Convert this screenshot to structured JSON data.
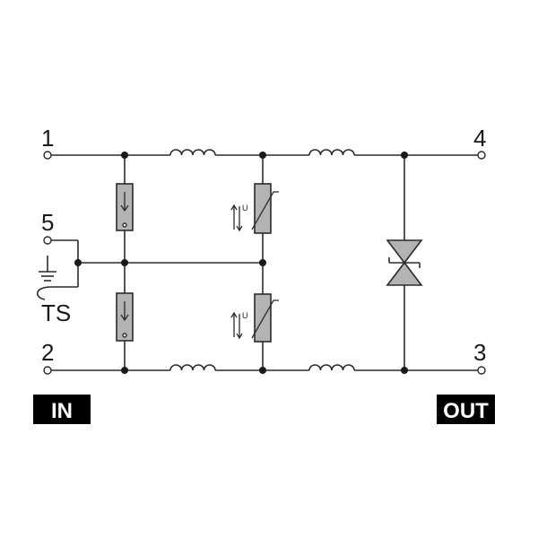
{
  "terminals": {
    "t1": "1",
    "t2": "2",
    "t3": "3",
    "t4": "4",
    "t5": "5",
    "ts": "TS"
  },
  "badges": {
    "in": "IN",
    "out": "OUT"
  },
  "varistor_mark": "U",
  "colors": {
    "line": "#2b2b2b",
    "component_fill": "#b3b3b3",
    "badge_bg": "#000000",
    "badge_text": "#ffffff"
  }
}
